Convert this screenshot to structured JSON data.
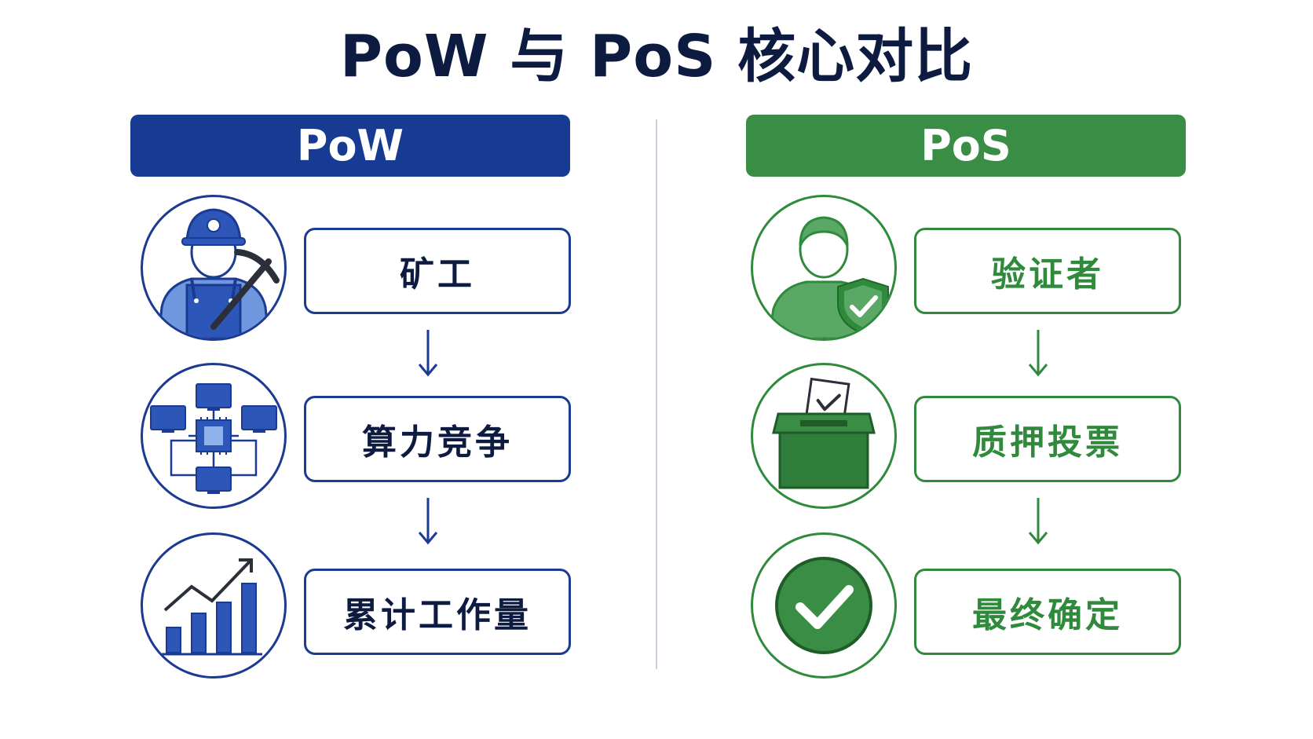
{
  "title": "PoW 与 PoS 核心对比",
  "colors": {
    "pow_primary": "#173a92",
    "pos_primary": "#3a8d45",
    "title_text": "#0d1b40",
    "divider": "#c6cfdc"
  },
  "pow": {
    "header": "PoW",
    "steps": [
      {
        "label": "矿工",
        "icon": "miner-icon"
      },
      {
        "label": "算力竞争",
        "icon": "computing-network-icon"
      },
      {
        "label": "累计工作量",
        "icon": "growth-chart-icon"
      }
    ]
  },
  "pos": {
    "header": "PoS",
    "steps": [
      {
        "label": "验证者",
        "icon": "validator-shield-icon"
      },
      {
        "label": "质押投票",
        "icon": "ballot-box-icon"
      },
      {
        "label": "最终确定",
        "icon": "check-circle-icon"
      }
    ]
  }
}
